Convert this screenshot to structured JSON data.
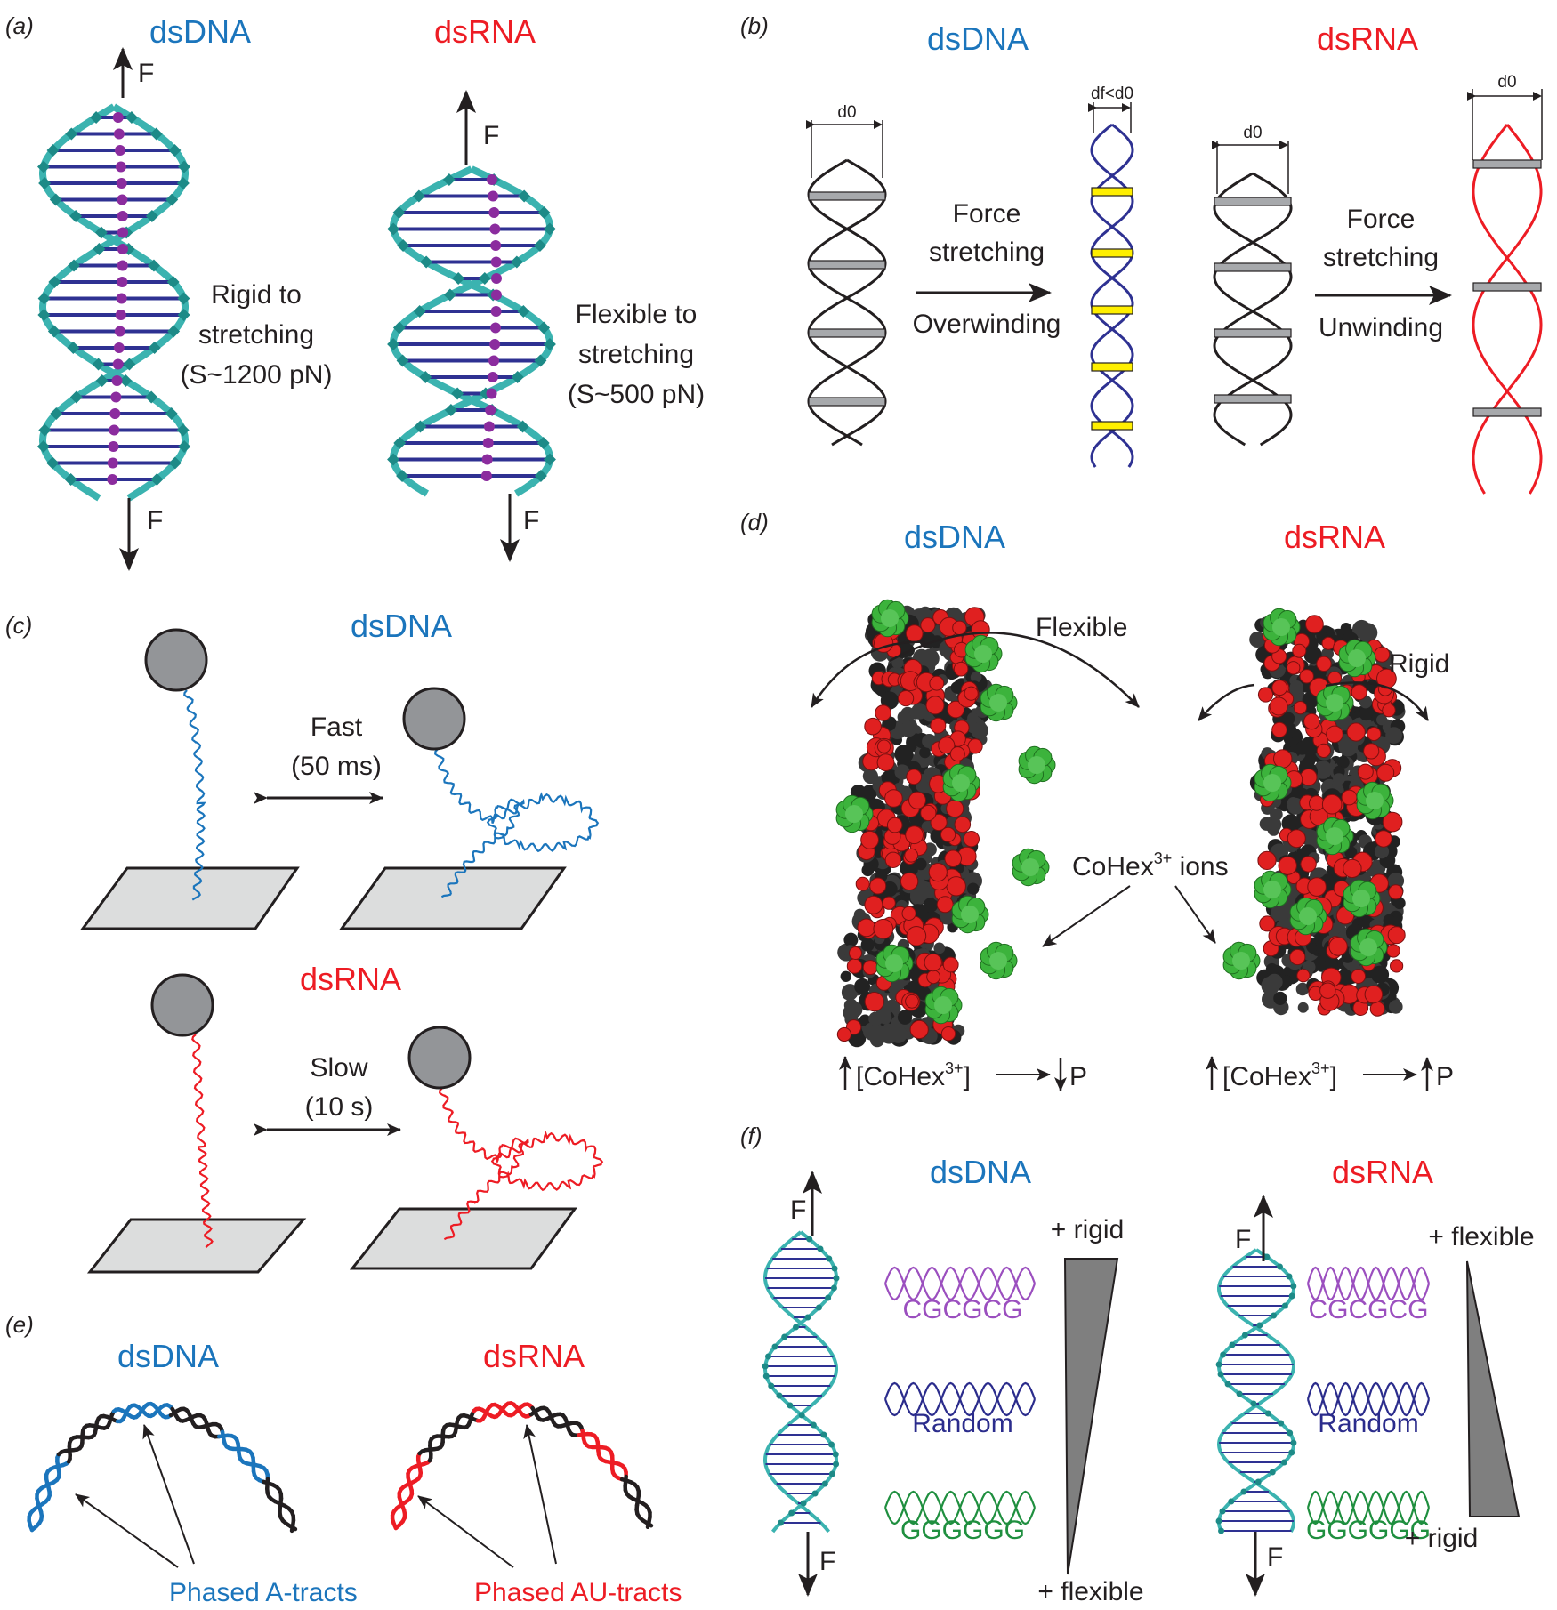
{
  "colors": {
    "dna_blue": "#1b75bc",
    "rna_red": "#ed1c24",
    "text_dark": "#231f20",
    "cyan_backbone": "#3bb3b0",
    "purple_bead": "#8b2c9e",
    "yellow_bp": "#ffef00",
    "grey_bp": "#a7a9ac",
    "green_ion": "#3cb33c",
    "cgcg_purple": "#9b4fbf",
    "random_navy": "#2b2c8c",
    "gggg_green": "#1f8f3f"
  },
  "panel_a": {
    "label": "(a)",
    "dsdna": "dsDNA",
    "dsrna": "dsRNA",
    "force": "F",
    "rigid_1": "Rigid to",
    "rigid_2": "stretching",
    "rigid_3": "(S~1200 pN)",
    "flex_1": "Flexible to",
    "flex_2": "stretching",
    "flex_3": "(S~500 pN)"
  },
  "panel_b": {
    "label": "(b)",
    "dsdna": "dsDNA",
    "dsrna": "dsRNA",
    "d0": "d0",
    "df_lt_d0": "df<d0",
    "force_1": "Force",
    "stretching": "stretching",
    "overwinding": "Overwinding",
    "unwinding": "Unwinding"
  },
  "panel_c": {
    "label": "(c)",
    "dsdna": "dsDNA",
    "dsrna": "dsRNA",
    "fast": "Fast",
    "fast_time": "(50 ms)",
    "slow": "Slow",
    "slow_time": "(10 s)"
  },
  "panel_d": {
    "label": "(d)",
    "dsdna": "dsDNA",
    "dsrna": "dsRNA",
    "flexible": "Flexible",
    "rigid": "Rigid",
    "cohex_ions": "CoHex3+ ions",
    "cohex_conc": "[CoHex3+]",
    "persistence": "P"
  },
  "panel_e": {
    "label": "(e)",
    "dsdna": "dsDNA",
    "dsrna": "dsRNA",
    "a_tracts": "Phased A-tracts",
    "au_tracts": "Phased AU-tracts"
  },
  "panel_f": {
    "label": "(f)",
    "dsdna": "dsDNA",
    "dsrna": "dsRNA",
    "force": "F",
    "cgcgcg": "CGCGCG",
    "random": "Random",
    "gggggg": "GGGGGG",
    "plus_rigid": "+ rigid",
    "plus_flexible": "+ flexible"
  }
}
